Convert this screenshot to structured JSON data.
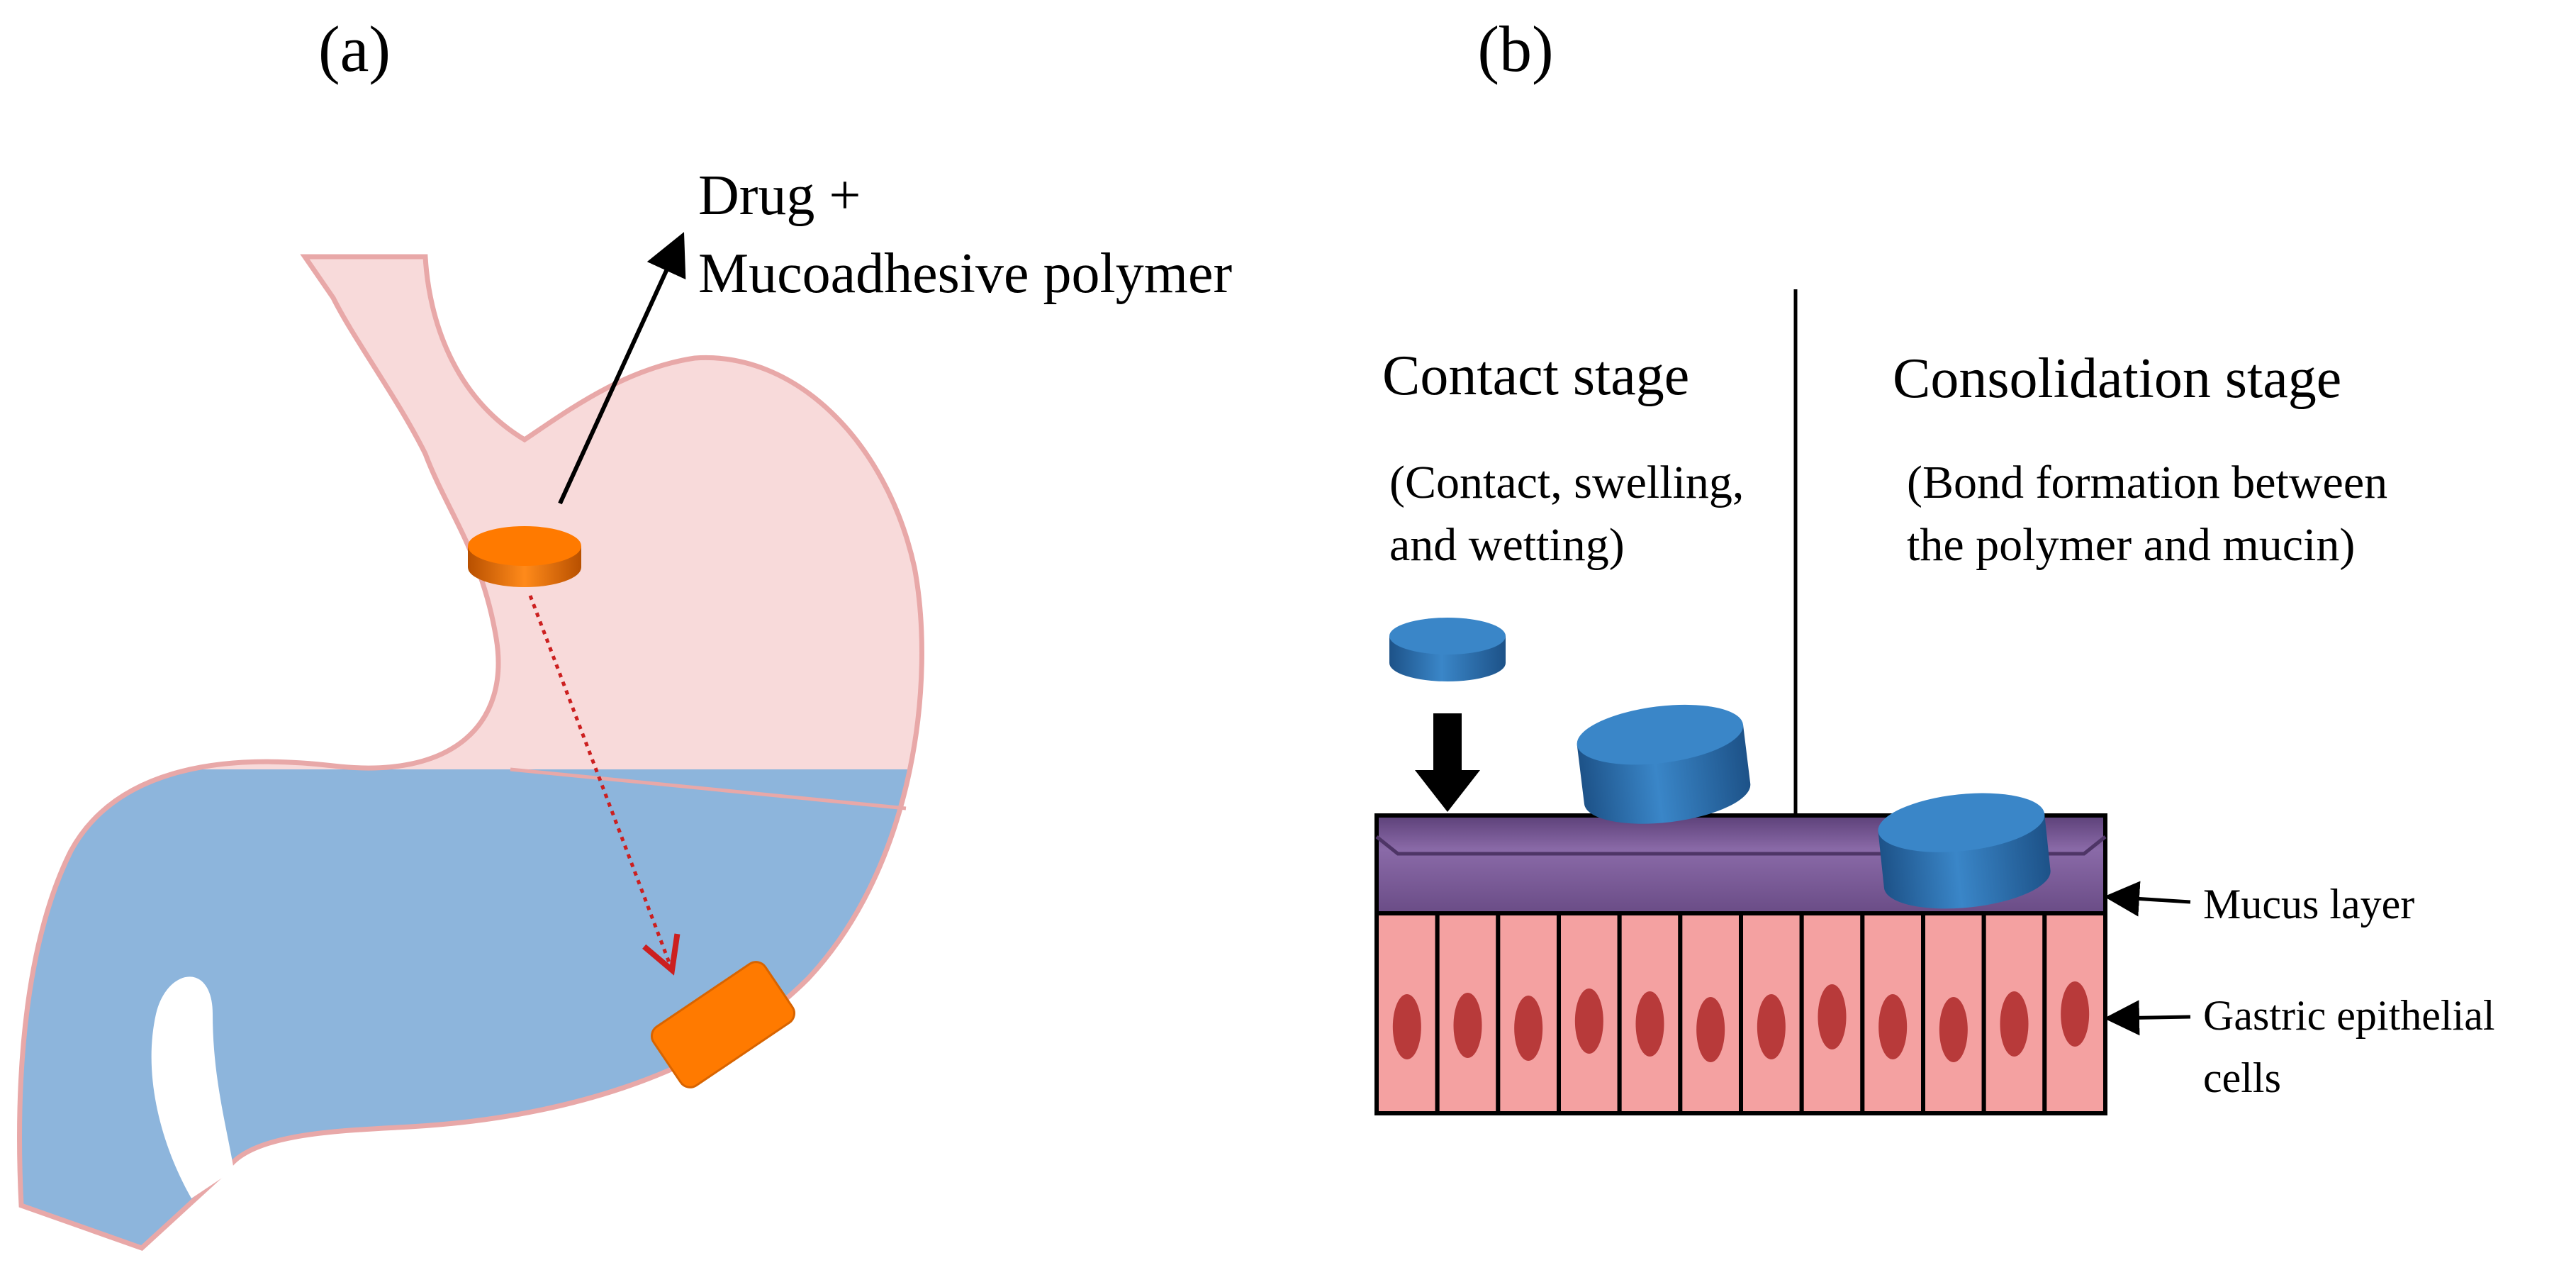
{
  "panel_a": {
    "label": "(a)",
    "annotation_line1": "Drug +",
    "annotation_line2": "Mucoadhesive polymer"
  },
  "panel_b": {
    "label": "(b)",
    "contact_stage": {
      "title": "Contact stage",
      "detail_line1": "(Contact, swelling,",
      "detail_line2": "and wetting)"
    },
    "consolidation_stage": {
      "title": "Consolidation stage",
      "detail_line1": "(Bond formation between",
      "detail_line2": "the polymer and mucin)"
    },
    "mucus_label": "Mucus layer",
    "epithelial_label_line1": "Gastric epithelial",
    "epithelial_label_line2": "cells",
    "cell_count": 12
  },
  "colors": {
    "stomach_upper": "#f8dada",
    "stomach_outline": "#e8a8a8",
    "stomach_lower": "#8db5dc",
    "tablet_orange": "#ff7a00",
    "tablet_orange_dark": "#c85a00",
    "dotted_arrow": "#cc1f1f",
    "tablet_blue": "#2c74b8",
    "tablet_blue_dark": "#1d5288",
    "mucus": "#7a5a96",
    "mucus_dark": "#4e3566",
    "cell_fill": "#f4a1a1",
    "nucleus": "#b83a3a"
  }
}
